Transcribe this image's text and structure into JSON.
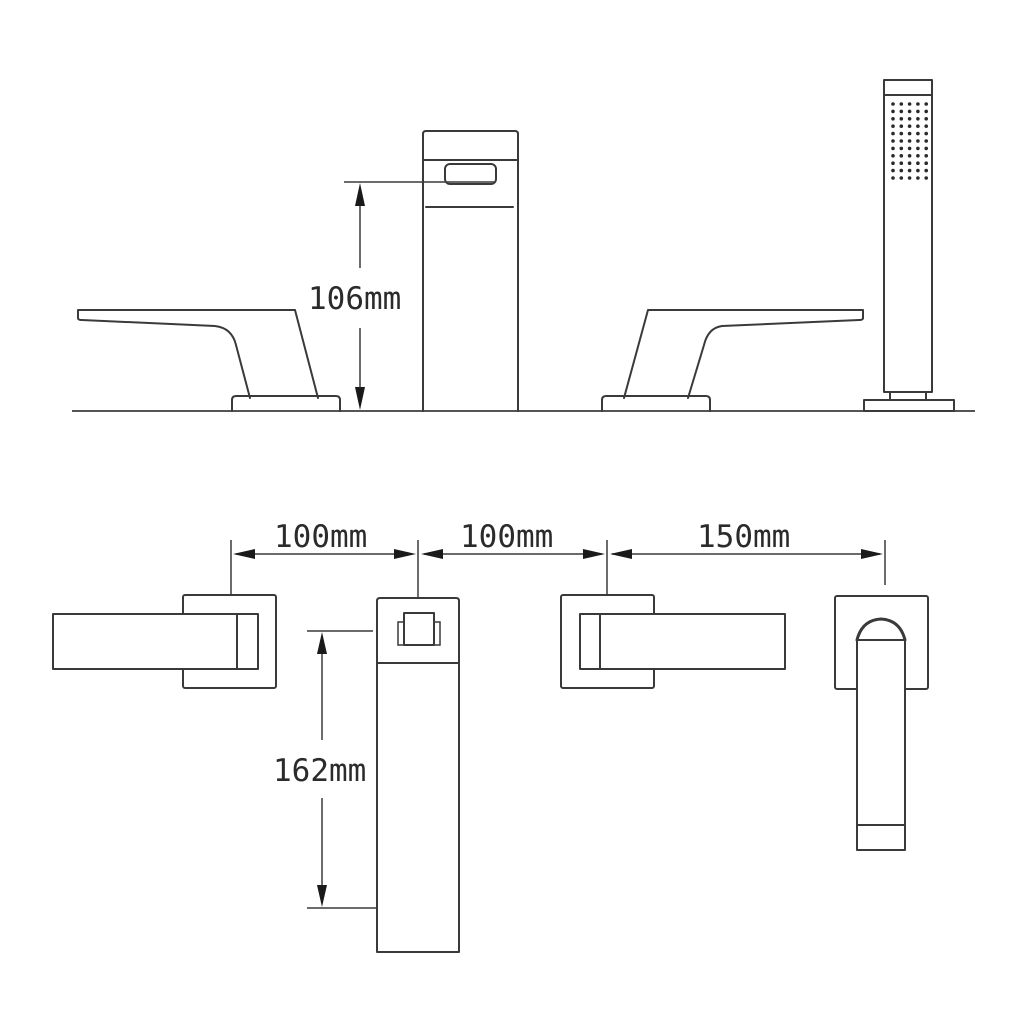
{
  "diagram": {
    "title": "",
    "colors": {
      "line": "#3a3a3a",
      "background": "#ffffff",
      "text": "#2b2b2b"
    },
    "views": {
      "side_elevation": {
        "components": [
          "left-handle",
          "spout",
          "right-handle",
          "hand-shower"
        ],
        "dimensions": {
          "spout_height": {
            "label": "106mm",
            "value": 106,
            "unit": "mm"
          }
        },
        "hand_shower_nozzles": {
          "rows": 11,
          "columns": 5
        }
      },
      "plan_view": {
        "components": [
          "left-handle",
          "spout",
          "right-handle",
          "hand-shower"
        ],
        "dimensions": {
          "left_handle_to_spout": {
            "label": "100mm",
            "value": 100,
            "unit": "mm"
          },
          "spout_to_right_handle": {
            "label": "100mm",
            "value": 100,
            "unit": "mm"
          },
          "right_handle_to_shower": {
            "label": "150mm",
            "value": 150,
            "unit": "mm"
          },
          "spout_reach": {
            "label": "162mm",
            "value": 162,
            "unit": "mm"
          }
        }
      }
    }
  }
}
